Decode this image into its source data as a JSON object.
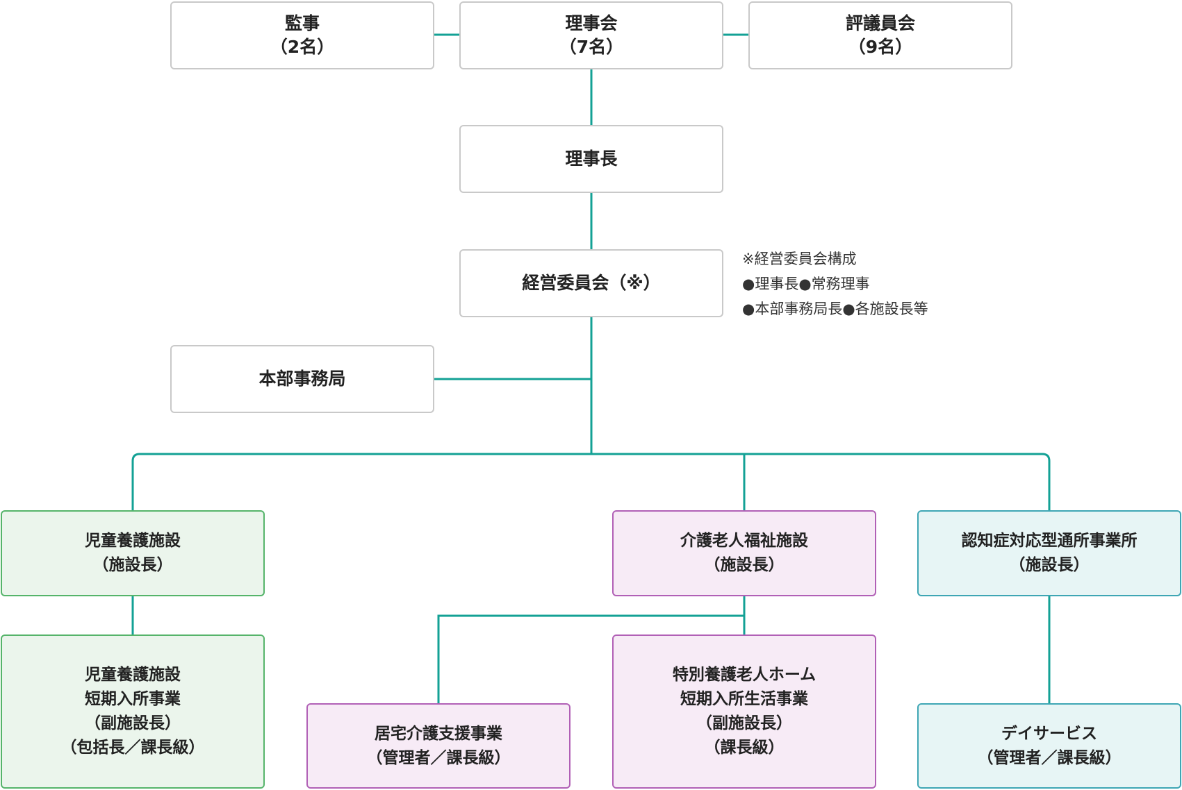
{
  "colors": {
    "connector": "#13a195"
  },
  "top_row": {
    "auditors": {
      "title": "監事",
      "count": "（2名）"
    },
    "board": {
      "title": "理事会",
      "count": "（7名）"
    },
    "council": {
      "title": "評議員会",
      "count": "（9名）"
    }
  },
  "chairman": "理事長",
  "management_committee": "経営委員会（※）",
  "committee_note": {
    "heading": "※経営委員会構成",
    "line1": "●理事長●常務理事",
    "line2": "●本部事務局長●各施設長等"
  },
  "head_office": "本部事務局",
  "facilities": {
    "child": {
      "name": "児童養護施設",
      "role": "（施設長）",
      "sub": {
        "line1": "児童養護施設",
        "line2": "短期入所事業",
        "line3": "（副施設長）",
        "line4": "（包括長／課長級）"
      }
    },
    "elderly": {
      "name": "介護老人福祉施設",
      "role": "（施設長）",
      "home_care": {
        "line1": "居宅介護支援事業",
        "line2": "（管理者／課長級）"
      },
      "special_home": {
        "line1": "特別養護老人ホーム",
        "line2": "短期入所生活事業",
        "line3": "（副施設長）",
        "line4": "（課長級）"
      }
    },
    "dementia": {
      "name": "認知症対応型通所事業所",
      "role": "（施設長）",
      "day_service": {
        "line1": "デイサービス",
        "line2": "（管理者／課長級）"
      }
    }
  }
}
